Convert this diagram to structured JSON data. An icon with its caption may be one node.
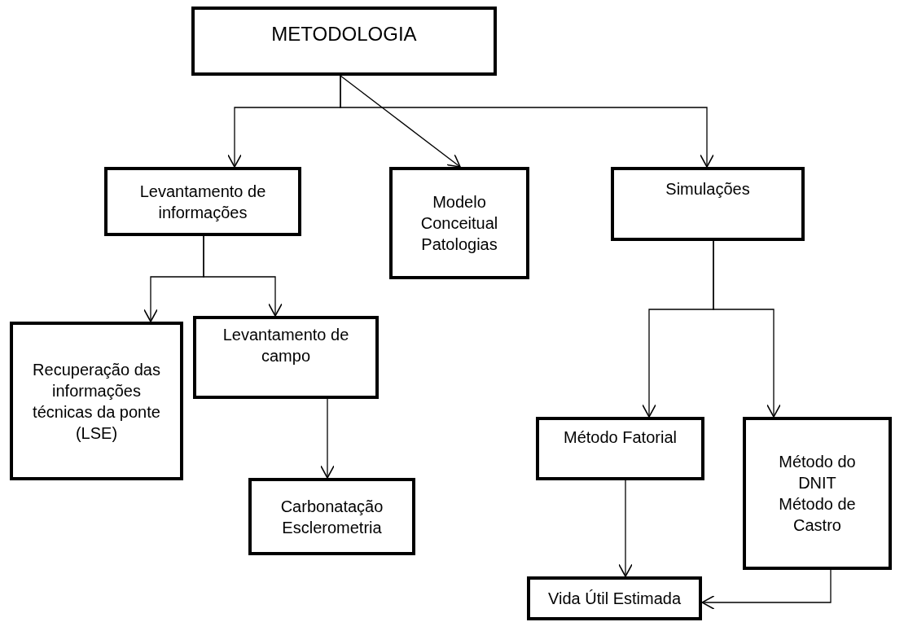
{
  "diagram": {
    "nodes": [
      {
        "text": [
          "METODOLOGIA"
        ]
      },
      {
        "text": [
          "Levantamento de informações"
        ]
      },
      {
        "text": [
          "Modelo Conceitual Patologias"
        ]
      },
      {
        "text": [
          "Simulações"
        ]
      },
      {
        "text": [
          "Recuperação das informações técnicas da ponte (LSE)"
        ]
      },
      {
        "text": [
          "Levantamento de campo"
        ]
      },
      {
        "text": [
          "Carbonatação Esclerometria"
        ]
      },
      {
        "text": [
          "Método Fatorial"
        ]
      },
      {
        "text": [
          "Método do DNIT Método de Castro"
        ]
      },
      {
        "text": [
          "Vida Útil Estimada"
        ]
      }
    ],
    "edges": [
      {
        "from": 0,
        "to": 1,
        "arrow": "to"
      },
      {
        "from": 0,
        "to": 2,
        "arrow": "to"
      },
      {
        "from": 0,
        "to": 3,
        "arrow": "to"
      },
      {
        "from": 1,
        "to": 4,
        "arrow": "to"
      },
      {
        "from": 1,
        "to": 5,
        "arrow": "to"
      },
      {
        "from": 5,
        "to": 6,
        "arrow": "to"
      },
      {
        "from": 3,
        "to": 7,
        "arrow": "to"
      },
      {
        "from": 3,
        "to": 8,
        "arrow": "to"
      },
      {
        "from": 7,
        "to": 9,
        "arrow": "to"
      },
      {
        "from": 8,
        "to": 9,
        "arrow": "to"
      }
    ]
  }
}
